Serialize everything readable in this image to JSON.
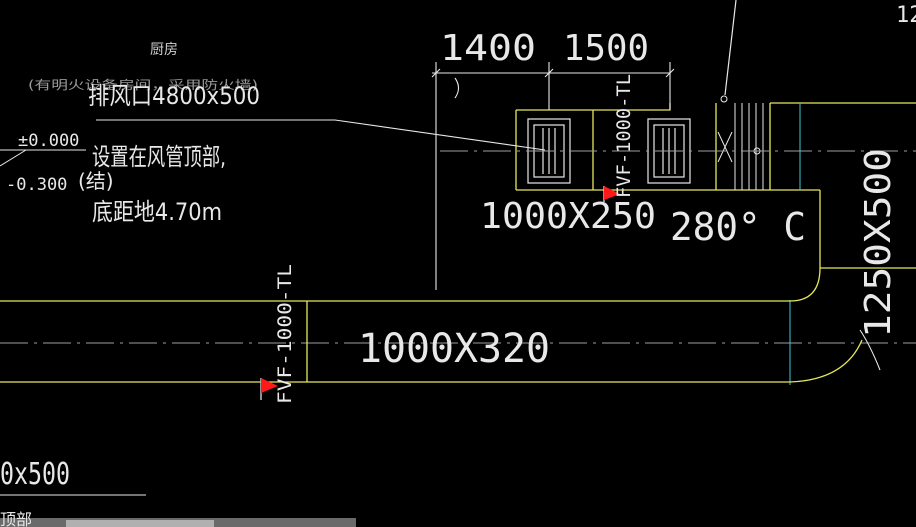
{
  "labels": {
    "corner": "12",
    "room_name": "厨房",
    "room_note": "(有明火设备房间，采用防火墙)",
    "exhaust_spec": "排风口4800x500",
    "note1": "设置在风管顶部,",
    "note2": "(结)",
    "note3": "底距地4.70m",
    "level_top": "±0.000",
    "level_bottom": "-0.300",
    "dim1": "1400",
    "dim2": "1500",
    "duct_upper": "1000X250",
    "temp": "280° C",
    "duct_lower": "1000X320",
    "duct_vertical": "1250X500",
    "damper_upper": "FVF-1000-TL",
    "damper_lower": "FVF-1000-TL",
    "bottom_spec": "0x500",
    "bottom_note": "顶部"
  },
  "colors": {
    "background": "#000000",
    "duct": "#e6e65a",
    "text": "#e8e8e8",
    "cyan": "#3fc8d8",
    "flag": "#ff1a1a"
  }
}
